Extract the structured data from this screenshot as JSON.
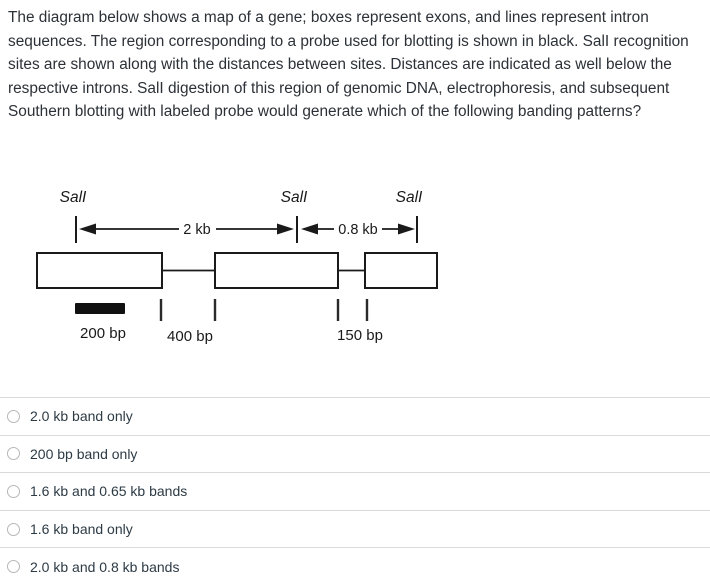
{
  "question": {
    "text": "The diagram below shows a map of a gene; boxes represent exons, and lines represent intron sequences. The region corresponding to a probe used for blotting is shown in black. SalI recognition sites are shown along with the distances between sites. Distances are indicated as well below the respective introns. SalI digestion of this region of genomic DNA, electrophoresis, and subsequent Southern blotting with labeled probe would generate which of the following banding patterns?"
  },
  "diagram": {
    "restriction_site_labels": [
      "SalI",
      "SalI",
      "SalI"
    ],
    "top_distances": {
      "left": "2 kb",
      "right": "0.8 kb"
    },
    "probe_length_label": "200 bp",
    "intron_length_labels": [
      "400 bp",
      "150 bp"
    ]
  },
  "options": [
    {
      "label": "2.0 kb band only",
      "selected": false
    },
    {
      "label": "200 bp band only",
      "selected": false
    },
    {
      "label": "1.6 kb and 0.65 kb bands",
      "selected": false
    },
    {
      "label": "1.6 kb band only",
      "selected": false
    },
    {
      "label": "2.0 kb and 0.8 kb bands",
      "selected": false
    }
  ],
  "colors": {
    "background": "#ffffff",
    "text": "#2b3137",
    "option_text": "#2d3b45",
    "divider": "#d9d9d9",
    "radio_border": "#b7b7b7",
    "diagram_ink": "#1a1a1a",
    "probe_fill": "#111111"
  }
}
